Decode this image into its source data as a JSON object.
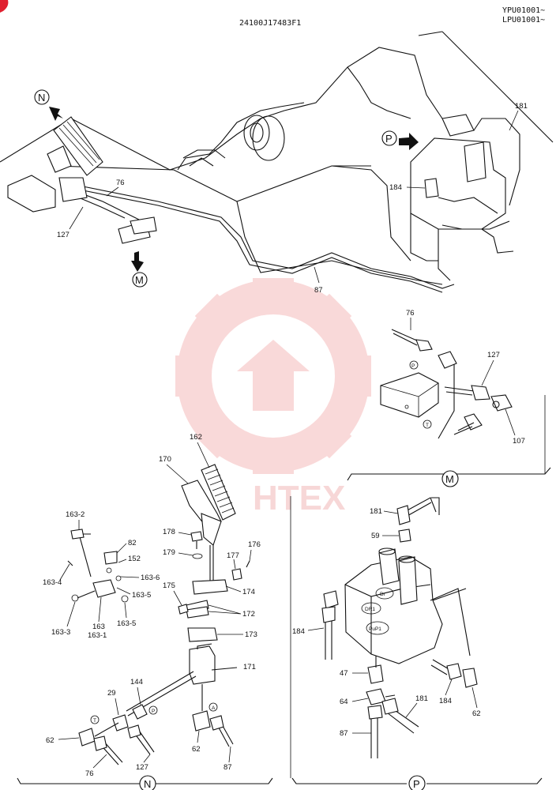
{
  "header": {
    "drawing_no": "24100J17483F1",
    "serial_1": "YPU01001~",
    "serial_2": "LPU01001~"
  },
  "watermark": {
    "text": "HTEX"
  },
  "views": {
    "N": "N",
    "M": "M",
    "P": "P"
  },
  "overview_labels": {
    "l76": "76",
    "l127": "127",
    "l87": "87",
    "l181": "181",
    "l184": "184"
  },
  "detail_m": {
    "l76": "76",
    "l127": "127",
    "l107": "107",
    "port_p": "P",
    "port_t": "T"
  },
  "detail_n": {
    "l162": "162",
    "l170": "170",
    "l163_2": "163-2",
    "l82": "82",
    "l178": "178",
    "l179": "179",
    "l152": "152",
    "l177": "177",
    "l176": "176",
    "l163_6": "163-6",
    "l163_4": "163-4",
    "l163_5a": "163-5",
    "l175": "175",
    "l174": "174",
    "l172": "172",
    "l163_3": "163-3",
    "l163": "163",
    "l163_1": "163-1",
    "l163_5b": "163-5",
    "l173": "173",
    "l171": "171",
    "l144": "144",
    "l29": "29",
    "l62a": "62",
    "l62b": "62",
    "l76": "76",
    "l127": "127",
    "l87": "87",
    "port_t": "T",
    "port_p": "P",
    "port_a": "A"
  },
  "detail_p": {
    "l181": "181",
    "l59": "59",
    "l184a": "184",
    "l47": "47",
    "l64": "64",
    "l87": "87",
    "l181b": "181",
    "l184b": "184",
    "l62": "62",
    "port_dr": "Dr",
    "port_dr1": "DR1",
    "port_pup1": "PuP1"
  },
  "colors": {
    "line": "#111111",
    "watermark": "#f2b8b8",
    "corner_mark": "#e0202f"
  }
}
